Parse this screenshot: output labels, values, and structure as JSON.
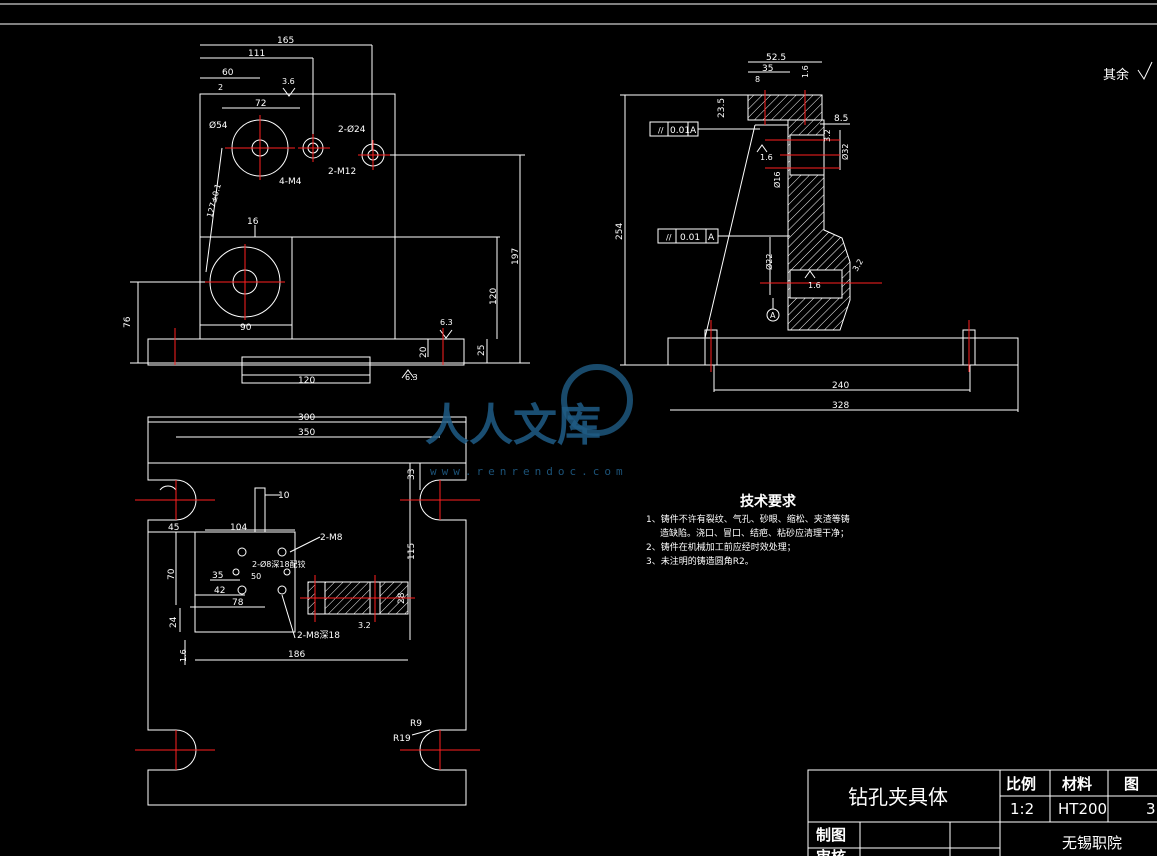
{
  "drawing": {
    "top_right_note": "其余",
    "front_view_dims": {
      "w165": "165",
      "w111": "111",
      "w60": "60",
      "w72": "72",
      "d2": "2",
      "rough36": "3.6",
      "dia54": "Ø54",
      "hole2_d24": "2-Ø24",
      "hole2_m12": "2-M12",
      "hole4_m4": "4-M4",
      "ang127": "127±0.1",
      "w16": "16",
      "h197": "197",
      "h120": "120",
      "h76": "76",
      "w90": "90",
      "h20": "20",
      "h25": "25",
      "rough63a": "6.3",
      "rough63b": "6.3",
      "w120": "120"
    },
    "side_view_dims": {
      "w52_5": "52.5",
      "w35": "35",
      "w8": "8",
      "r15": "1.6",
      "h23_5": "23.5",
      "w8_5": "8.5",
      "par1": "0.01",
      "par1_ref": "A",
      "r32": "3.2",
      "dia32": "Ø32",
      "r16a": "1.6",
      "dia16": "Ø16",
      "h254": "254",
      "par2": "0.01",
      "par2_ref": "A",
      "dia22": "Ø22",
      "r32b": "3.2",
      "r16b": "1.6",
      "datum": "A",
      "w240": "240",
      "w328": "328"
    },
    "top_view_dims": {
      "w300": "300",
      "w350": "350",
      "h33": "33",
      "w10": "10",
      "w45": "45",
      "w104": "104",
      "hole2_m8": "2-M8",
      "h115": "115",
      "h70": "70",
      "hole2_d8": "2-Ø8深18配铰",
      "w35": "35",
      "w50": "50",
      "w42": "42",
      "w78": "78",
      "h28": "28",
      "r32": "3.2",
      "h24": "24",
      "hole2_m8b": "2-M8深18",
      "r16": "1.6",
      "w186": "186",
      "r9": "R9",
      "r19": "R19"
    },
    "tech_req": {
      "title": "技术要求",
      "line1": "1、铸件不许有裂纹、气孔、砂眼、缩松、夹渣等铸",
      "line1b": "造缺陷。浇口、冒口、结疤、粘砂应清理干净；",
      "line2": "2、铸件在机械加工前应经时效处理；",
      "line3": "3、未注明的铸造圆角R2。"
    }
  },
  "title_block": {
    "part_name": "钻孔夹具体",
    "scale_label": "比例",
    "scale_value": "1:2",
    "material_label": "材料",
    "material_value": "HT200",
    "drawing_label": "图",
    "drawing_value": "3",
    "drawn_by_label": "制图",
    "checked_label": "审核",
    "school": "无锡职院"
  },
  "watermark": {
    "text": "人人文库",
    "url": "www.renrendoc.com"
  },
  "colors": {
    "background": "#000000",
    "line": "#ffffff",
    "center": "#ff2020",
    "hatch": "#ffffff",
    "watermark": "#1f5c86"
  }
}
